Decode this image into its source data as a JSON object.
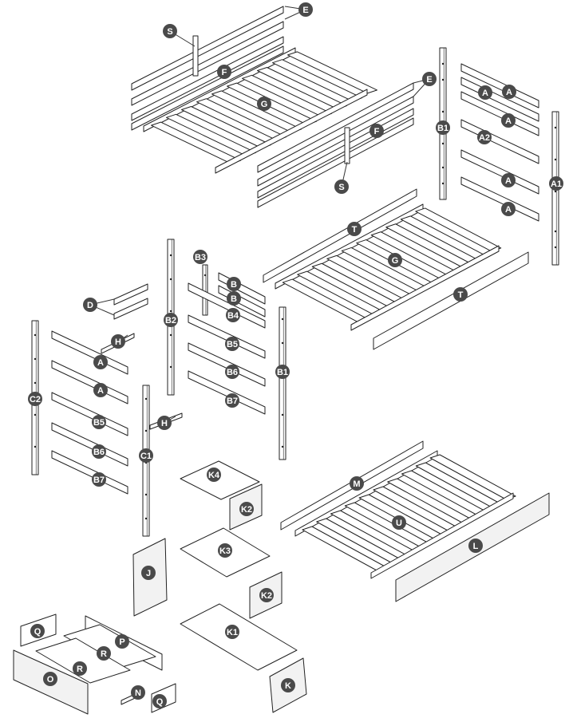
{
  "figure": {
    "kind": "exploded assembly diagram",
    "parts": {
      "E1": "E",
      "E2": "E",
      "S1": "S",
      "S2": "S",
      "F1": "F",
      "F2": "F",
      "G1": "G",
      "G2": "G",
      "A_1": "A",
      "A_2": "A",
      "A_3": "A",
      "A2": "A2",
      "A_4": "A",
      "A_5": "A",
      "A1": "A1",
      "B1a": "B1",
      "B1b": "B1",
      "T1": "T",
      "T2": "T",
      "B3": "B3",
      "B_1": "B",
      "B_2": "B",
      "B4": "B4",
      "B2": "B2",
      "B5a": "B5",
      "B6a": "B6",
      "B7a": "B7",
      "D": "D",
      "H1": "H",
      "H2": "H",
      "A_6": "A",
      "A_7": "A",
      "B5b": "B5",
      "B6b": "B6",
      "B7b": "B7",
      "C2": "C2",
      "C1": "C1",
      "K4": "K4",
      "K2a": "K2",
      "K2b": "K2",
      "K3": "K3",
      "K1": "K1",
      "K": "K",
      "J": "J",
      "M": "M",
      "U": "U",
      "L": "L",
      "Q1": "Q",
      "Q2": "Q",
      "P": "P",
      "R1": "R",
      "R2": "R",
      "O": "O",
      "N": "N"
    }
  }
}
